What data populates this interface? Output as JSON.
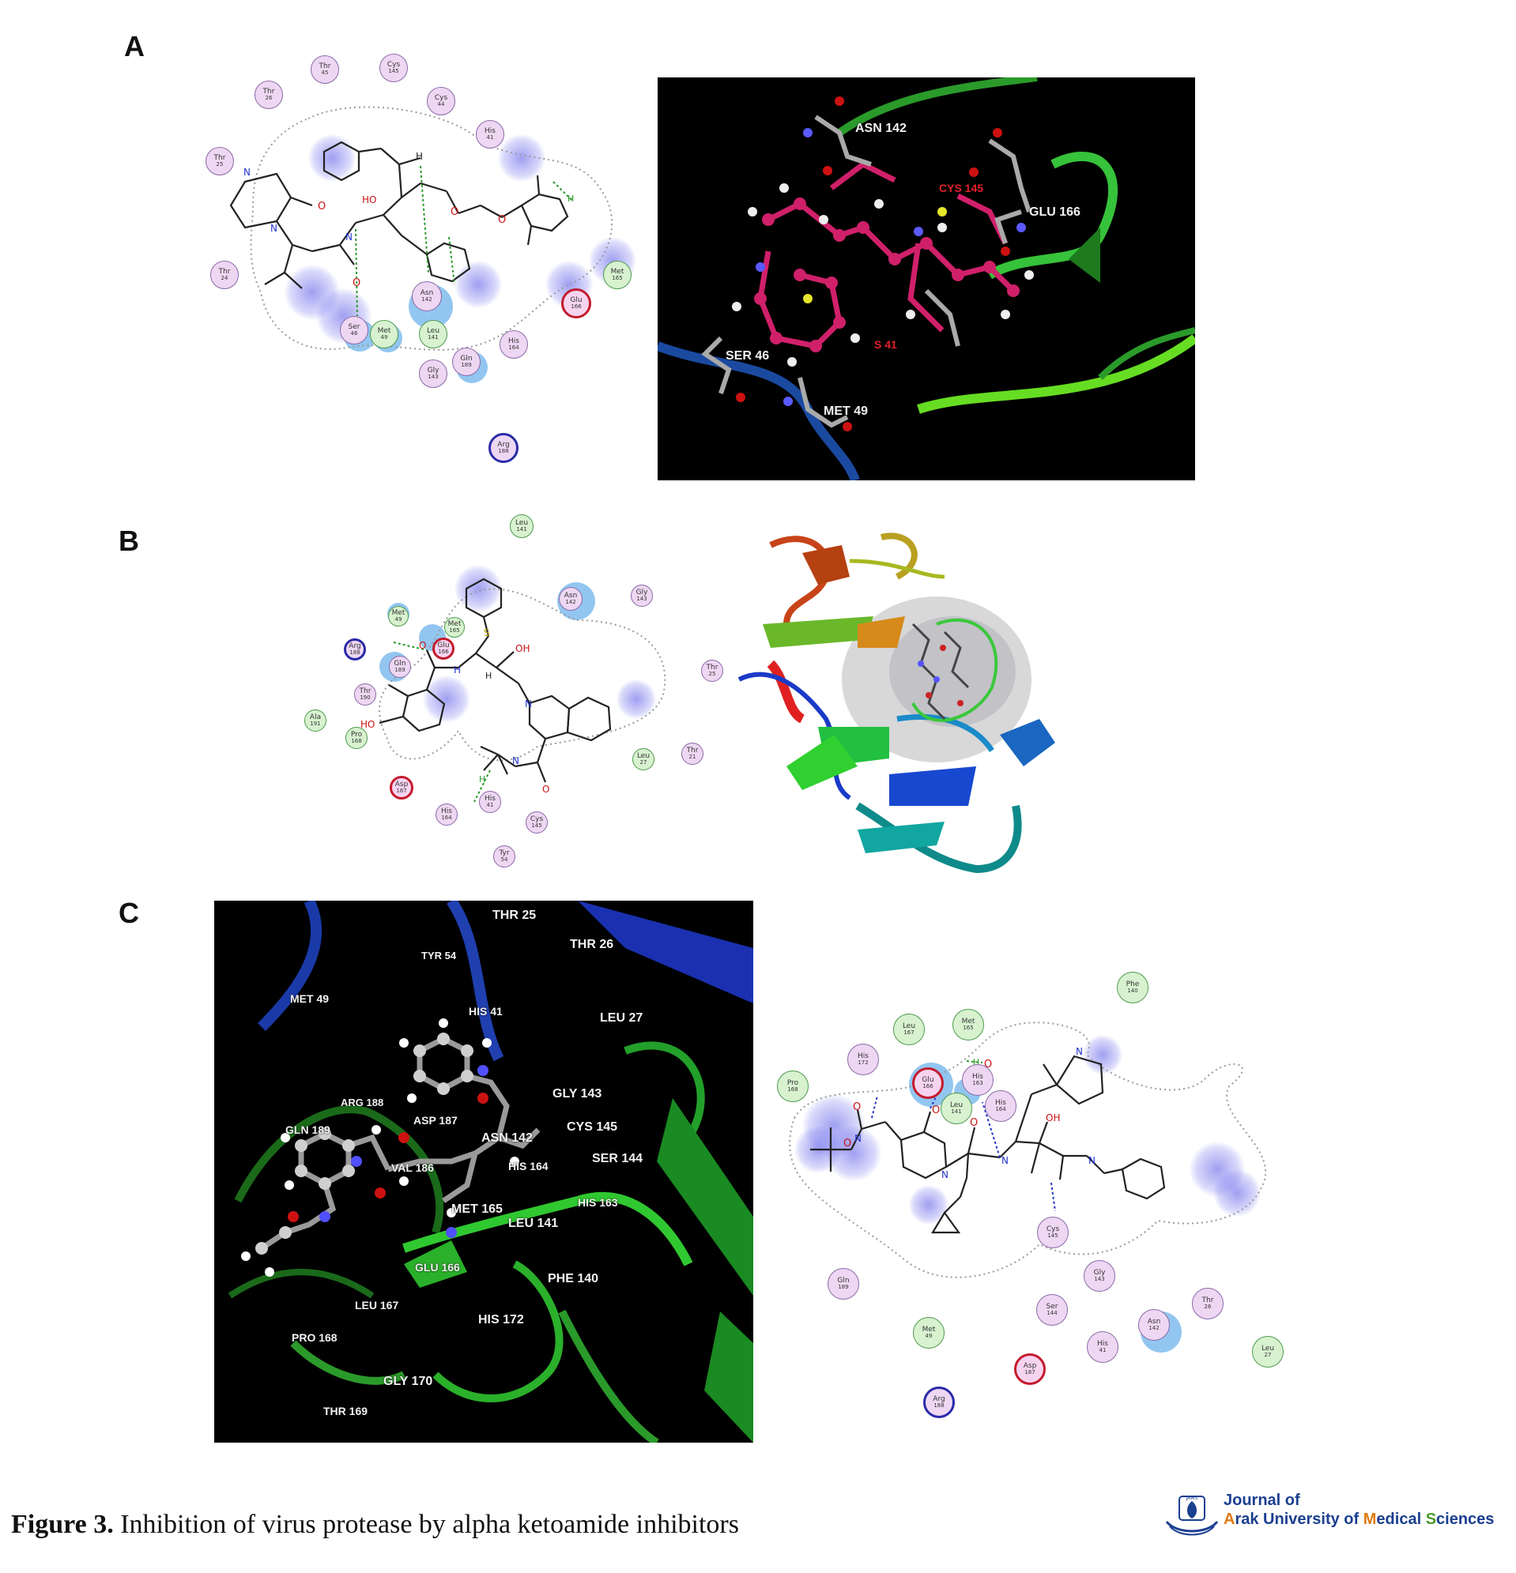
{
  "panels": {
    "A": {
      "letter": "A",
      "residues": [
        {
          "name": "Thr",
          "num": "45",
          "kind": "pink"
        },
        {
          "name": "Cys",
          "num": "145",
          "kind": "pink"
        },
        {
          "name": "Thr",
          "num": "26",
          "kind": "pink"
        },
        {
          "name": "Cys",
          "num": "44",
          "kind": "pink"
        },
        {
          "name": "His",
          "num": "41",
          "kind": "pink"
        },
        {
          "name": "Thr",
          "num": "25",
          "kind": "pink"
        },
        {
          "name": "Thr",
          "num": "24",
          "kind": "pink"
        },
        {
          "name": "Met",
          "num": "165",
          "kind": "green"
        },
        {
          "name": "Glu",
          "num": "166",
          "kind": "red"
        },
        {
          "name": "Asn",
          "num": "142",
          "kind": "pink"
        },
        {
          "name": "Ser",
          "num": "46",
          "kind": "pink"
        },
        {
          "name": "Met",
          "num": "49",
          "kind": "green"
        },
        {
          "name": "Leu",
          "num": "141",
          "kind": "green"
        },
        {
          "name": "Gln",
          "num": "189",
          "kind": "pink"
        },
        {
          "name": "His",
          "num": "164",
          "kind": "pink"
        },
        {
          "name": "Gly",
          "num": "143",
          "kind": "pink"
        },
        {
          "name": "Arg",
          "num": "188",
          "kind": "blue"
        }
      ],
      "atoms": {
        "NH": "N",
        "O1": "O",
        "N2": "N",
        "HO": "HO",
        "NH2": "N",
        "H": "H",
        "O3": "O",
        "O4": "O",
        "O5": "O",
        "H2": "H"
      },
      "view3d_labels": [
        {
          "text": "ASN 142",
          "color": "white"
        },
        {
          "text": "CYS 145",
          "color": "red"
        },
        {
          "text": "GLU 166",
          "color": "white"
        },
        {
          "text": "SER 46",
          "color": "white"
        },
        {
          "text": "MET 49",
          "color": "white"
        },
        {
          "text": "S 41",
          "color": "red"
        }
      ]
    },
    "B": {
      "letter": "B",
      "residues": [
        {
          "name": "Leu",
          "num": "141",
          "kind": "green"
        },
        {
          "name": "Met",
          "num": "49",
          "kind": "green"
        },
        {
          "name": "Met",
          "num": "165",
          "kind": "green"
        },
        {
          "name": "Asn",
          "num": "142",
          "kind": "pink"
        },
        {
          "name": "Gly",
          "num": "143",
          "kind": "pink"
        },
        {
          "name": "Arg",
          "num": "188",
          "kind": "blue"
        },
        {
          "name": "Glu",
          "num": "166",
          "kind": "red"
        },
        {
          "name": "Gln",
          "num": "189",
          "kind": "pink"
        },
        {
          "name": "Thr",
          "num": "190",
          "kind": "pink"
        },
        {
          "name": "Thr",
          "num": "25",
          "kind": "pink"
        },
        {
          "name": "Ala",
          "num": "191",
          "kind": "green"
        },
        {
          "name": "Pro",
          "num": "168",
          "kind": "green"
        },
        {
          "name": "Leu",
          "num": "27",
          "kind": "green"
        },
        {
          "name": "Thr",
          "num": "21",
          "kind": "pink"
        },
        {
          "name": "Asp",
          "num": "187",
          "kind": "red"
        },
        {
          "name": "His",
          "num": "41",
          "kind": "pink"
        },
        {
          "name": "His",
          "num": "164",
          "kind": "pink"
        },
        {
          "name": "Cys",
          "num": "145",
          "kind": "pink"
        },
        {
          "name": "Tyr",
          "num": "54",
          "kind": "pink"
        }
      ],
      "atoms": {
        "S": "S",
        "OH": "OH",
        "O": "O",
        "N": "N",
        "H": "H",
        "NH": "N",
        "O2": "O",
        "HO": "HO",
        "H2": "H",
        "H3": "H"
      }
    },
    "C": {
      "letter": "C",
      "view3d_labels": [
        {
          "text": "THR 25"
        },
        {
          "text": "THR 26"
        },
        {
          "text": "TYR 54"
        },
        {
          "text": "MET 49"
        },
        {
          "text": "HIS 41"
        },
        {
          "text": "LEU 27"
        },
        {
          "text": "ARG 188"
        },
        {
          "text": "GLY 143"
        },
        {
          "text": "GLN 189"
        },
        {
          "text": "ASP 187"
        },
        {
          "text": "ASN 142"
        },
        {
          "text": "CYS 145"
        },
        {
          "text": "VAL 186"
        },
        {
          "text": "HIS 164"
        },
        {
          "text": "SER 144"
        },
        {
          "text": "MET 165"
        },
        {
          "text": "HIS 163"
        },
        {
          "text": "LEU 141"
        },
        {
          "text": "GLU 166"
        },
        {
          "text": "PHE 140"
        },
        {
          "text": "LEU 167"
        },
        {
          "text": "HIS 172"
        },
        {
          "text": "PRO 168"
        },
        {
          "text": "GLY 170"
        },
        {
          "text": "THR 169"
        }
      ],
      "residues": [
        {
          "name": "Phe",
          "num": "140",
          "kind": "green"
        },
        {
          "name": "Leu",
          "num": "167",
          "kind": "green"
        },
        {
          "name": "Met",
          "num": "165",
          "kind": "green"
        },
        {
          "name": "His",
          "num": "172",
          "kind": "pink"
        },
        {
          "name": "Pro",
          "num": "168",
          "kind": "green"
        },
        {
          "name": "Glu",
          "num": "166",
          "kind": "red"
        },
        {
          "name": "His",
          "num": "163",
          "kind": "pink"
        },
        {
          "name": "Leu",
          "num": "141",
          "kind": "green"
        },
        {
          "name": "His",
          "num": "164",
          "kind": "pink"
        },
        {
          "name": "Cys",
          "num": "145",
          "kind": "pink"
        },
        {
          "name": "Gly",
          "num": "143",
          "kind": "pink"
        },
        {
          "name": "Gln",
          "num": "189",
          "kind": "pink"
        },
        {
          "name": "Ser",
          "num": "144",
          "kind": "pink"
        },
        {
          "name": "Asn",
          "num": "142",
          "kind": "pink"
        },
        {
          "name": "Thr",
          "num": "26",
          "kind": "pink"
        },
        {
          "name": "Leu",
          "num": "27",
          "kind": "green"
        },
        {
          "name": "Met",
          "num": "49",
          "kind": "green"
        },
        {
          "name": "His",
          "num": "41",
          "kind": "pink"
        },
        {
          "name": "Asp",
          "num": "187",
          "kind": "red"
        },
        {
          "name": "Arg",
          "num": "188",
          "kind": "blue"
        }
      ],
      "atoms": {
        "NH": "N",
        "O1": "O",
        "O2": "O",
        "O3": "O",
        "N": "N",
        "O4": "O",
        "NH2": "N",
        "OH": "OH",
        "O5": "O",
        "NH3": "N",
        "NH4": "N",
        "H": "H"
      }
    }
  },
  "caption": {
    "label": "Figure 3.",
    "text": " Inhibition of virus protease by alpha ketoamide inhibitors"
  },
  "logo": {
    "line1": "Journal of",
    "line2_parts": [
      "A",
      "rak University of ",
      "M",
      "edical ",
      "S",
      "ciences"
    ],
    "badge": "JAMS",
    "colors": {
      "blue": "#1b3f8f",
      "orange": "#e07a12",
      "green": "#4a9a2a"
    }
  }
}
